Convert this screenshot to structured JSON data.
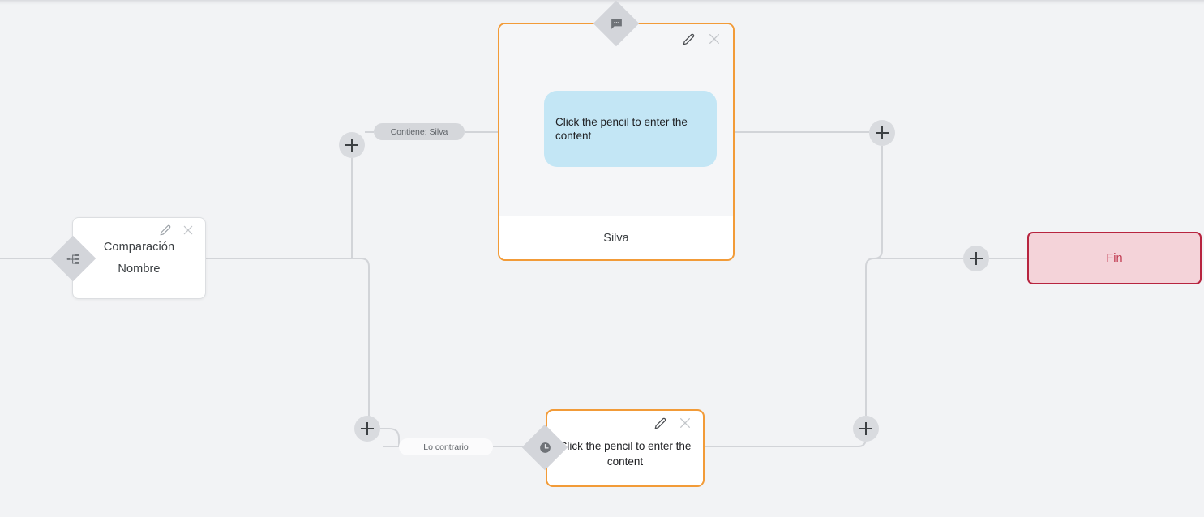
{
  "canvas": {
    "background": "#f2f3f5",
    "wire_color": "#d2d4d8",
    "accent_orange": "#f29b38",
    "accent_crimson": "#b7243f",
    "bubble_blue": "#c3e6f5"
  },
  "nodes": {
    "compare": {
      "title": "Comparación",
      "subtitle": "Nombre",
      "handle_icon": "branch-split-icon",
      "edit_icon": "pencil-icon",
      "close_icon": "close-icon"
    },
    "message": {
      "handle_icon": "message-bubble-icon",
      "edit_icon": "pencil-icon",
      "close_icon": "close-icon",
      "bubble_text": "Click the pencil to enter the content",
      "footer_label": "Silva"
    },
    "wait": {
      "handle_icon": "clock-icon",
      "edit_icon": "pencil-icon",
      "close_icon": "close-icon",
      "text": "Click the pencil to enter the content"
    },
    "end": {
      "label": "Fin"
    }
  },
  "edge_labels": {
    "contiene": "Contiene: Silva",
    "contrario": "Lo contrario"
  },
  "add_buttons": {
    "icon": "plus-icon",
    "a": "add-step-top-left",
    "b": "add-step-top-right",
    "c": "add-step-bottom-left",
    "d": "add-step-bottom-right",
    "e": "add-step-before-end"
  }
}
